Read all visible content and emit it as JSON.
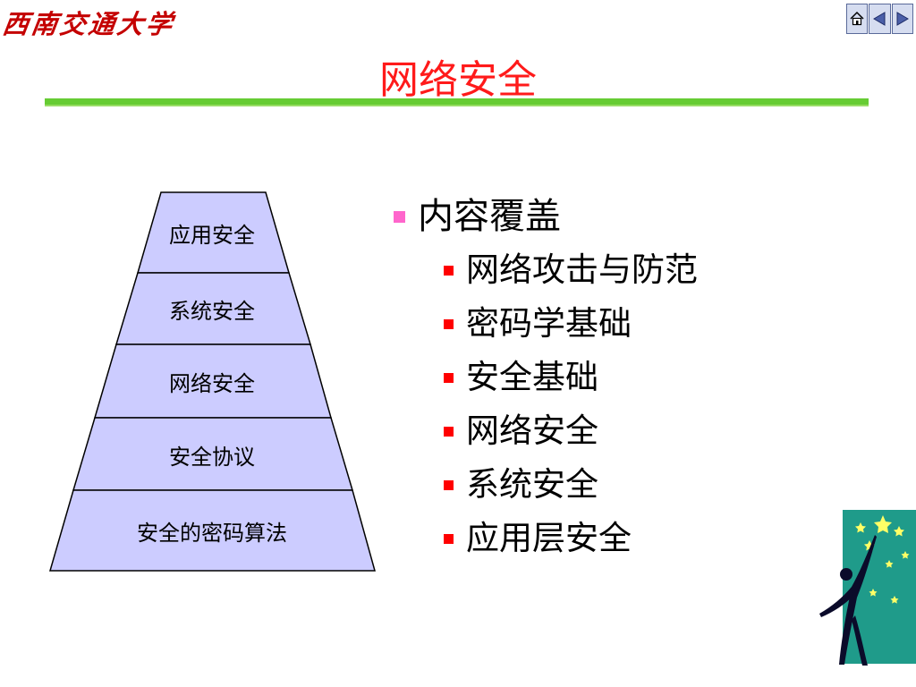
{
  "header": {
    "logo_text": "西南交通大学"
  },
  "nav": {
    "home": "home-icon",
    "prev": "prev-triangle-icon",
    "next": "next-triangle-icon"
  },
  "slide": {
    "title": "网络安全"
  },
  "pyramid": {
    "layers": [
      "应用安全",
      "系统安全",
      "网络安全",
      "安全协议",
      "安全的密码算法"
    ]
  },
  "content": {
    "heading": "内容覆盖",
    "items": [
      "网络攻击与防范",
      "密码学基础",
      "安全基础",
      "网络安全",
      "系统安全",
      "应用层安全"
    ]
  },
  "colors": {
    "title": "#ff1a1a",
    "rule": "#66cc33",
    "pyramid_fill": "#ccccff",
    "bullet_main": "#ff66cc",
    "bullet_sub": "#ff0000",
    "deco_bg": "#1f9b8a"
  }
}
